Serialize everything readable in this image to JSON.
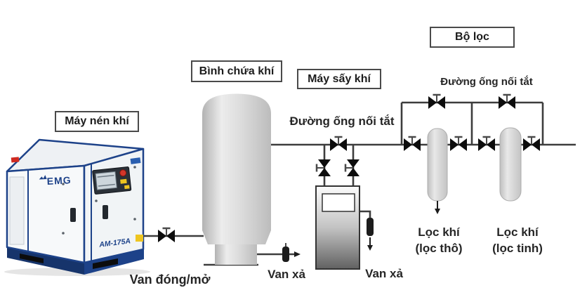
{
  "colors": {
    "pipe": "#3d3d3d",
    "valve": "#0d0d0d",
    "label_border": "#4a4a4a",
    "text": "#262626",
    "compressor_blue": "#1d4289",
    "compressor_base_blue": "#16346b",
    "tank_gray": "#d9d9d9",
    "dryer_dark_gray": "#636363",
    "alert_red": "#cf2a21",
    "sticker_yellow": "#eec520"
  },
  "equipment_labels": {
    "compressor": "Máy nén khí",
    "tank": "Bình chứa khí",
    "dryer": "Máy sấy khí",
    "filter_unit": "Bộ lọc"
  },
  "line_labels": {
    "bypass_dryer": "Đường ống nối tắt",
    "bypass_filter": "Đường ống nối tắt",
    "onoff_valve": "Van đóng/mở",
    "tank_drain": "Van xả",
    "dryer_drain": "Van xả"
  },
  "filter_labels": {
    "coarse_line1": "Lọc khí",
    "coarse_line2": "(lọc thô)",
    "fine_line1": "Lọc khí",
    "fine_line2": "(lọc tinh)"
  },
  "compressor": {
    "brand": "EMG",
    "model": "AM-175A"
  }
}
